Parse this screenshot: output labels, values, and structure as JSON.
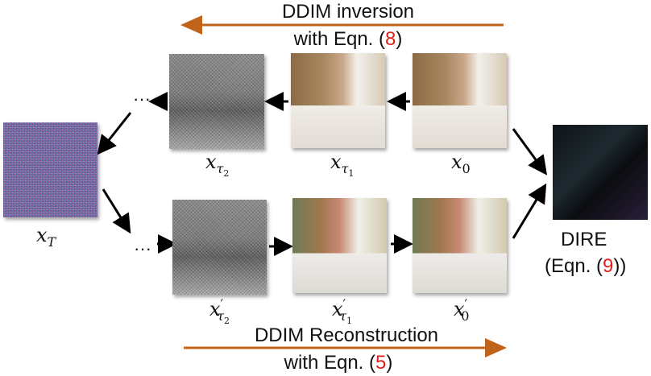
{
  "top_caption": {
    "line1": "DDIM inversion",
    "line2_prefix": "with Eqn. (",
    "line2_ref": "8",
    "line2_suffix": ")"
  },
  "bottom_caption": {
    "line1": "DDIM Reconstruction",
    "line2_prefix": "with Eqn. (",
    "line2_ref": "5",
    "line2_suffix": ")"
  },
  "dire": {
    "label": "DIRE",
    "sub_prefix": "(Eqn. (",
    "sub_ref": "9",
    "sub_suffix": "))"
  },
  "labels": {
    "xT": {
      "base": "x",
      "sub": "T"
    },
    "x0": {
      "base": "x",
      "sub": "0"
    },
    "xtau1": {
      "base": "x",
      "sub": "τ",
      "subsub": "1"
    },
    "xtau2": {
      "base": "x",
      "sub": "τ",
      "subsub": "2"
    },
    "x0p": {
      "base": "x",
      "prime": "′",
      "sub": "0"
    },
    "xtau1p": {
      "base": "x",
      "prime": "′",
      "sub": "τ",
      "subsub": "1"
    },
    "xtau2p": {
      "base": "x",
      "prime": "′",
      "sub": "τ",
      "subsub": "2"
    }
  },
  "ellipsis_top": "···",
  "ellipsis_bottom": "···",
  "colors": {
    "arrow_orange": "#c0631b",
    "ref_red": "#e0201b",
    "arrow_black": "#000000"
  }
}
